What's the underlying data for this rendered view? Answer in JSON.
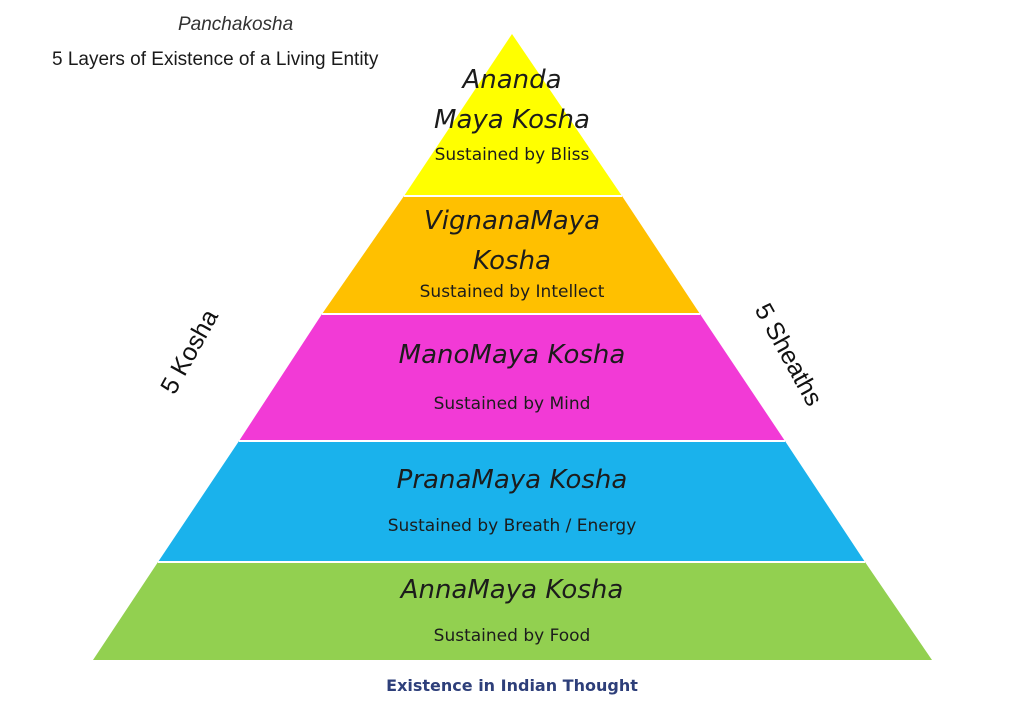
{
  "heading": {
    "title": "Panchakosha",
    "subtitle": "5 Layers of Existence of a Living Entity"
  },
  "side_labels": {
    "left": "5 Kosha",
    "right": "5 Sheaths"
  },
  "layers": [
    {
      "name_lines": [
        "Ananda",
        "Maya Kosha"
      ],
      "description": "Sustained by Bliss",
      "color": "#ffff00"
    },
    {
      "name_lines": [
        "VignanaMaya",
        "Kosha"
      ],
      "description": "Sustained by Intellect",
      "color": "#ffc000"
    },
    {
      "name": "ManoMaya Kosha",
      "description": "Sustained by Mind",
      "color": "#f23ad6"
    },
    {
      "name": "PranaMaya Kosha",
      "description": "Sustained by Breath / Energy",
      "color": "#1ab2ec"
    },
    {
      "name": "AnnaMaya Kosha",
      "description": "Sustained by Food",
      "color": "#92d050"
    }
  ],
  "footer": {
    "caption": "Existence in Indian Thought"
  }
}
